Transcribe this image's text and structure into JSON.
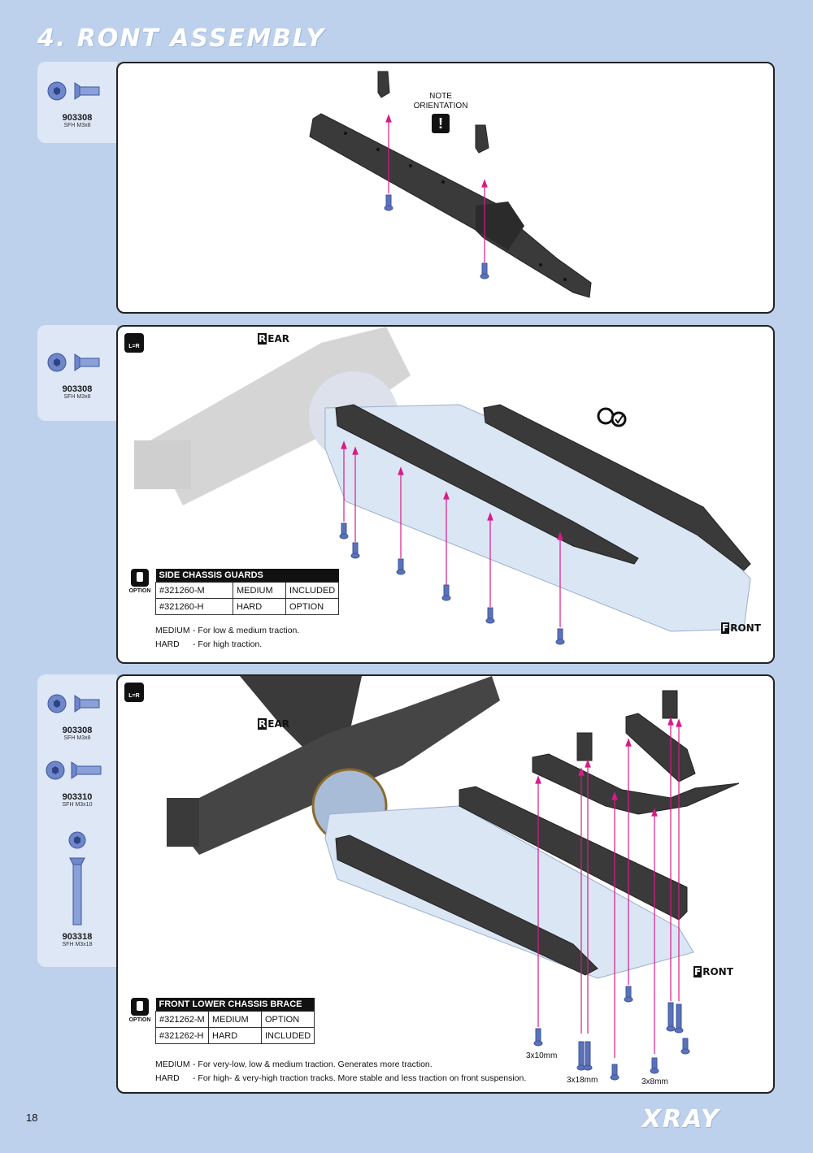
{
  "title": "4. RONT ASSEMBLY",
  "page_number": "18",
  "logo": "XRAY",
  "step1": {
    "parts": [
      {
        "number": "903308",
        "size": "SFH M3x8"
      }
    ],
    "note_line1": "NOTE",
    "note_line2": "ORIENTATION",
    "note_icon": "!"
  },
  "step2": {
    "parts": [
      {
        "number": "903308",
        "size": "SFH M3x8"
      }
    ],
    "lr_badge": "L=R",
    "rear_cap": "R",
    "rear_rest": "EAR",
    "front_cap": "F",
    "front_rest": "RONT",
    "option_label": "OPTION",
    "table": {
      "title": "SIDE CHASSIS GUARDS",
      "rows": [
        [
          "#321260-M",
          "MEDIUM",
          "INCLUDED"
        ],
        [
          "#321260-H",
          "HARD",
          "OPTION"
        ]
      ]
    },
    "notes": [
      {
        "key": "MEDIUM",
        "text": "- For low & medium traction."
      },
      {
        "key": "HARD",
        "text": "- For high traction."
      }
    ]
  },
  "step3": {
    "parts": [
      {
        "number": "903308",
        "size": "SFH M3x8"
      },
      {
        "number": "903310",
        "size": "SFH M3x10"
      },
      {
        "number": "903318",
        "size": "SFH M3x18"
      }
    ],
    "lr_badge": "L=R",
    "rear_cap": "R",
    "rear_rest": "EAR",
    "front_cap": "F",
    "front_rest": "RONT",
    "option_label": "OPTION",
    "table": {
      "title": "FRONT LOWER CHASSIS BRACE",
      "rows": [
        [
          "#321262-M",
          "MEDIUM",
          "OPTION"
        ],
        [
          "#321262-H",
          "HARD",
          "INCLUDED"
        ]
      ]
    },
    "notes": [
      {
        "key": "MEDIUM",
        "text": "- For very-low, low & medium traction. Generates more traction."
      },
      {
        "key": "HARD",
        "text": "- For high- & very-high traction tracks. More stable and less traction on front suspension."
      }
    ],
    "screw_labels": [
      "3x10mm",
      "3x18mm",
      "3x8mm"
    ]
  },
  "colors": {
    "page_bg": "#bdd0ec",
    "part_box": "#dde7f6",
    "part_grey": "#3a3a3a",
    "chassis_plate": "#dbe6f4",
    "arrow": "#d81b8a",
    "screw": "#5b72b8"
  }
}
